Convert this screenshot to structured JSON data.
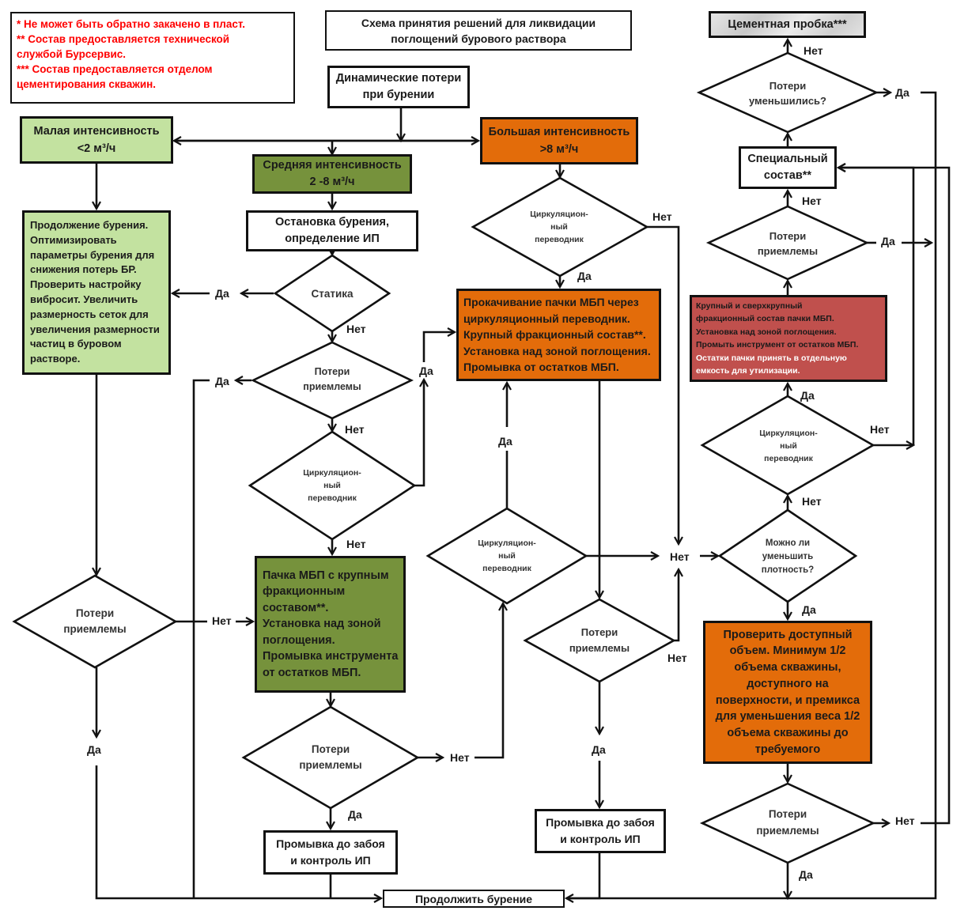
{
  "title": {
    "lines": [
      "Схема принятия решений для ликвидации",
      "поглощений бурового раствора"
    ]
  },
  "legend": {
    "lines": [
      "*      Не может быть обратно закачено в пласт.",
      "**    Состав предоставляется технической",
      "службой Бурсервис.",
      "*** Состав предоставляется отделом",
      "цементирования скважин."
    ],
    "color": "#ff0000"
  },
  "colors": {
    "light_green": "#c3e2a0",
    "dark_green": "#76923c",
    "orange": "#e36c0a",
    "red": "#c0504d",
    "white": "#ffffff",
    "cement_gray": "#d9d9d9",
    "line": "#111111"
  },
  "nodes": {
    "start": [
      "Динамические потери",
      "при бурении"
    ],
    "low": [
      "Малая интенсивность",
      "<2 м³/ч"
    ],
    "medium": [
      "Средняя интенсивность",
      "2 -8  м³/ч"
    ],
    "high": [
      "Большая интенсивность",
      ">8 м³/ч"
    ],
    "low_action": [
      "Продолжение бурения.",
      "Оптимизировать",
      "параметры бурения для",
      "снижения потерь БР.",
      "Проверить настройку",
      "вибросит. Увеличить",
      "размерность сеток для",
      "увеличения размерности",
      "частиц в буровом",
      "растворе."
    ],
    "stop_drilling": [
      "Остановка бурения,",
      "определение ИП"
    ],
    "static_q": [
      "Статика"
    ],
    "losses_ok_q": [
      "Потери",
      "приемлемы"
    ],
    "circ_sub_q": [
      "Циркуляцион-",
      "ный",
      "переводник"
    ],
    "mbp_coarse": [
      "Пачка МБП с крупным",
      "фракционным",
      "составом**.",
      "Установка над зоной",
      "поглощения.",
      "Промывка инструмента",
      "от остатков МБП."
    ],
    "pump_mbp": [
      "Прокачивание пачки МБП через",
      "циркуляционный переводник.",
      "Крупный фракционный состав**.",
      "Установка над зоной поглощения.",
      "Промывка от остатков МБП."
    ],
    "extra_coarse": {
      "dark": [
        "Крупный и сверхкрупный",
        "фракционный состав пачки МБП.",
        "Установка над зоной поглощения.",
        "Промыть инструмент от остатков МБП."
      ],
      "light": [
        "Остатки пачки принять в отдельную",
        "емкость для утилизации."
      ]
    },
    "special": [
      "Специальный",
      "состав**"
    ],
    "cement": [
      "Цементная пробка***"
    ],
    "losses_reduced_q": [
      "Потери",
      "уменьшились?"
    ],
    "reduce_density_q": [
      "Можно ли",
      "уменьшить",
      "плотность?"
    ],
    "check_volume": [
      "Проверить доступный",
      "объем. Минимум 1/2",
      "объема скважины,",
      "доступного на",
      "поверхности, и премикса",
      "для уменьшения веса 1/2",
      "объема скважины до",
      "требуемого"
    ],
    "flush": [
      "Промывка до забоя",
      "и контроль ИП"
    ],
    "continue": [
      "Продолжить бурение"
    ]
  },
  "labels": {
    "yes": "Да",
    "no": "Нет"
  }
}
